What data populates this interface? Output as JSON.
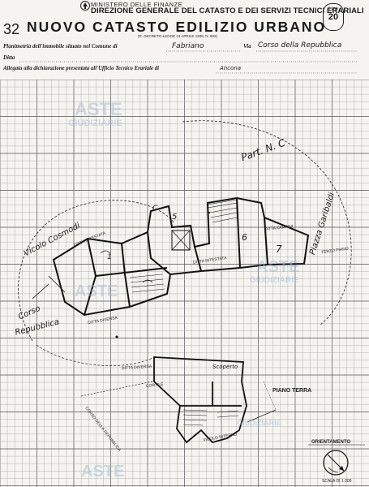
{
  "header": {
    "ministry": "MINISTERO DELLE FINANZE",
    "direzione": "DIREZIONE GENERALE DEL CATASTO E DEI SERVIZI TECNICI ERARIALI",
    "sheet_number": "32",
    "title": "NUOVO CATASTO EDILIZIO URBANO",
    "decreto": "(R. DECRETO-LEGGE 13 APRILE 1939, N. 652)",
    "lire_word": "Lire",
    "lire_value": "20"
  },
  "form": {
    "planimetria_label": "Planimetria dell'immobile situato nel Comune di",
    "comune": "Fabriano",
    "via_label": "Via",
    "via": "Corso della Repubblica",
    "ditta_label": "Ditta",
    "allegata_label": "Allegata alla dichiarazione presentata all'Ufficio Tecnico Erariale di",
    "ufficio": "Ancona"
  },
  "annotations": {
    "north_label": "Part. N. C",
    "piazza": "Piazza Garibaldi",
    "vicolo": "Vicolo Cosmodi",
    "corso_1": "Corso",
    "corso_2": "Repubblica",
    "room_5": "5",
    "room_6": "6",
    "room_7": "7",
    "room_1": "1",
    "room_c": "C",
    "terzo_piano": "TERZO PIANO",
    "piano_terra": "PIANO TERRA",
    "ditta_intestata_a": "DITTA INTESTATA",
    "ditta_intestata_b": "DITTA INTESTATA",
    "ditta_diversa": "DITTA DIVERSA",
    "ditta_zampini": "DITTA ZAMPINI",
    "cortile": "CORTILE",
    "via_della_repubblica": "CORSO DELLA REPUBBLICA",
    "vicolo_interno": "VICOLO INTERNO",
    "scoperto": "Scoperto",
    "orientamento": "ORIENTAMENTO",
    "scala": "SCALA DI 1:200"
  },
  "watermark": {
    "text_a": "ASTE",
    "text_b": "GIUDIZIARIE"
  }
}
